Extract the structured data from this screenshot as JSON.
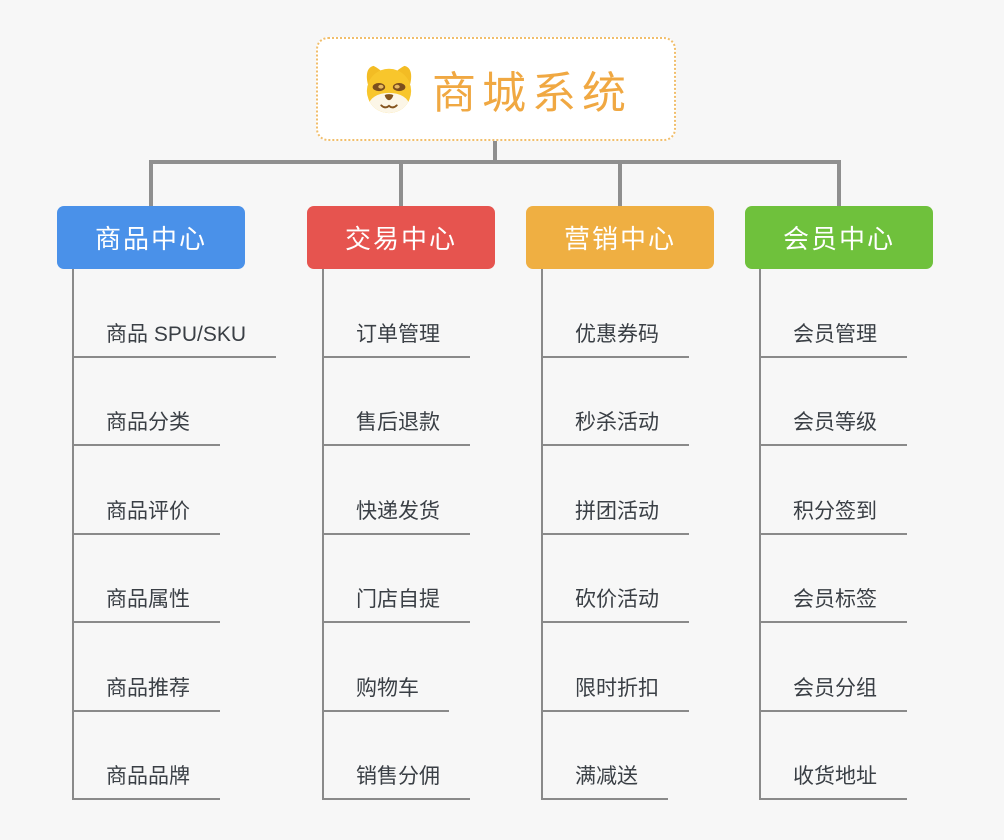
{
  "app": {
    "background_color": "#F7F7F7",
    "connector_color": "#8F8F8F",
    "leaf_line_color": "#8A8A8A"
  },
  "root": {
    "title": "商城系统",
    "icon": "doge-face-icon",
    "text_color": "#F0A842",
    "border_color": "#F1BE6B"
  },
  "branches": [
    {
      "label": "商品中心",
      "color": "#4A91E9",
      "items": [
        "商品 SPU/SKU",
        "商品分类",
        "商品评价",
        "商品属性",
        "商品推荐",
        "商品品牌"
      ]
    },
    {
      "label": "交易中心",
      "color": "#E6544F",
      "items": [
        "订单管理",
        "售后退款",
        "快递发货",
        "门店自提",
        "购物车",
        "销售分佣"
      ]
    },
    {
      "label": "营销中心",
      "color": "#EFAF42",
      "items": [
        "优惠券码",
        "秒杀活动",
        "拼团活动",
        "砍价活动",
        "限时折扣",
        "满减送"
      ]
    },
    {
      "label": "会员中心",
      "color": "#6FC13C",
      "items": [
        "会员管理",
        "会员等级",
        "积分签到",
        "会员标签",
        "会员分组",
        "收货地址"
      ]
    }
  ]
}
